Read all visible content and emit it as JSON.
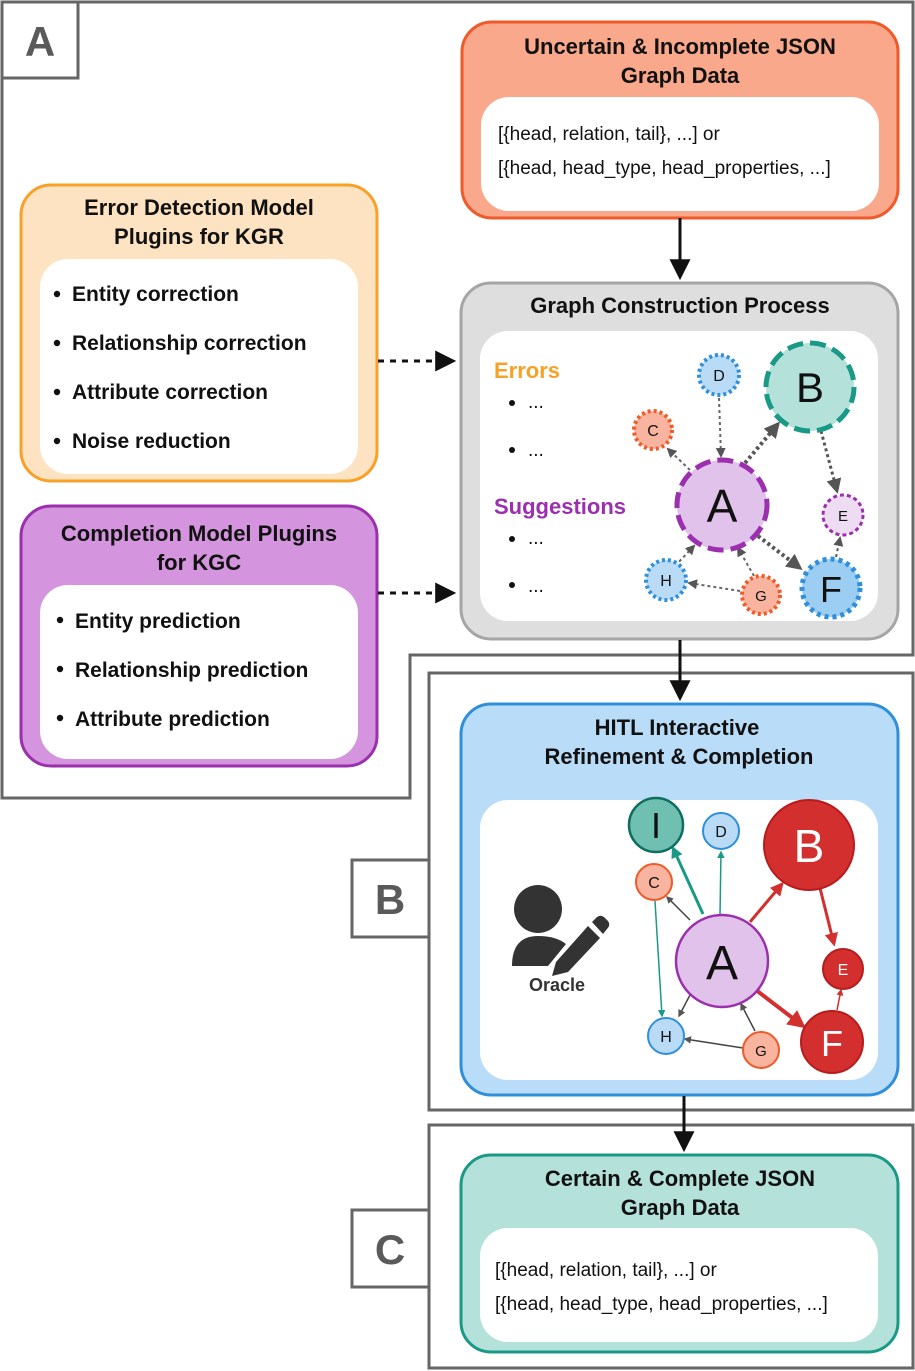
{
  "regions": {
    "a": "A",
    "b": "B",
    "c": "C"
  },
  "input_box": {
    "title_line1": "Uncertain & Incomplete JSON",
    "title_line2": "Graph Data",
    "code_line1": "[{head, relation, tail}, ...] or",
    "code_line2": "[{head, head_type, head_properties, ...]"
  },
  "error_plugins": {
    "title_line1": "Error Detection Model",
    "title_line2": "Plugins for KGR",
    "items": [
      "Entity correction",
      "Relationship correction",
      "Attribute correction",
      "Noise reduction"
    ]
  },
  "completion_plugins": {
    "title_line1": "Completion Model Plugins",
    "title_line2": "for KGC",
    "items": [
      "Entity prediction",
      "Relationship prediction",
      "Attribute prediction"
    ]
  },
  "construction": {
    "title": "Graph Construction Process",
    "errors_heading": "Errors",
    "errors_items": [
      "...",
      "..."
    ],
    "suggestions_heading": "Suggestions",
    "suggestions_items": [
      "...",
      "..."
    ]
  },
  "hitl": {
    "title_line1": "HITL Interactive",
    "title_line2": "Refinement & Completion",
    "oracle_label": "Oracle"
  },
  "output_box": {
    "title_line1": "Certain & Complete JSON",
    "title_line2": "Graph Data",
    "code_line1": "[{head, relation, tail}, ...] or",
    "code_line2": "[{head, head_type, head_properties, ...]"
  },
  "graph_nodes": {
    "a": "A",
    "b": "B",
    "c": "C",
    "d": "D",
    "e": "E",
    "f": "F",
    "g": "G",
    "h": "H",
    "i": "I"
  },
  "colors": {
    "orange": "#f7a127",
    "purple": "#9b2fae",
    "blue": "#2f8fdb",
    "teal": "#1a9a86",
    "red": "#d32f2f",
    "salmon": "#f08a68"
  }
}
